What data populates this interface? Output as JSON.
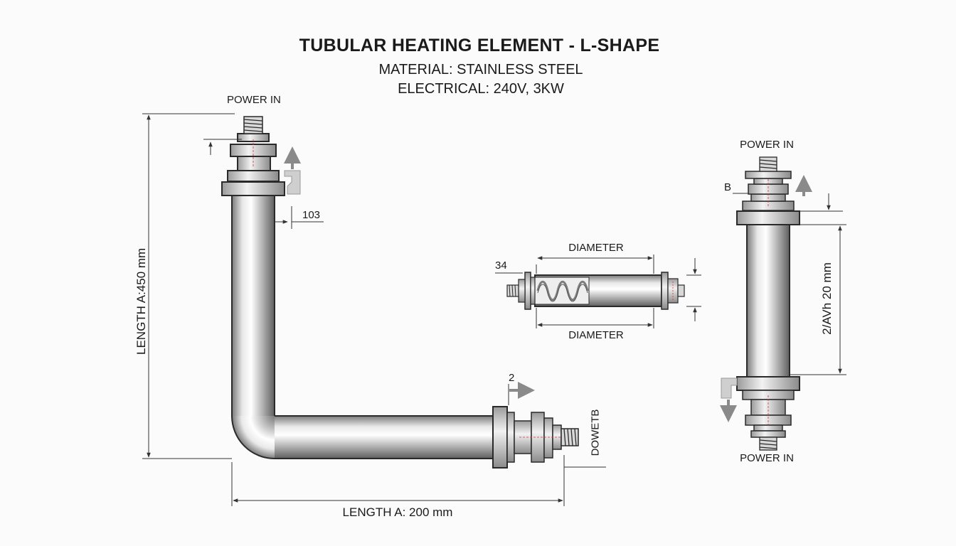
{
  "header": {
    "title": "TUBULAR HEATING ELEMENT - L-SHAPE",
    "material": "MATERIAL: STAINLESS STEEL",
    "electrical": "ELECTRICAL: 240V, 3KW"
  },
  "main_view": {
    "power_in_label": "POWER IN",
    "dim_offset_label": "103",
    "length_a_vertical": "LENGTH A:450 mm",
    "length_a_horizontal": "LENGTH A: 200 mm",
    "end_marker_label": "2",
    "dowetb_label": "DOWETB"
  },
  "section_view": {
    "diameter_top_label": "DIAMETER",
    "diameter_bottom_label": "DIAMETER",
    "left_label": "34"
  },
  "side_view": {
    "power_in_top_label": "POWER IN",
    "power_in_bottom_label": "POWER IN",
    "b_label": "B",
    "length_label": "2/AVh 20 mm"
  },
  "colors": {
    "steel_light": "#f4f4f4",
    "steel_mid": "#b8b8b8",
    "steel_dark": "#6e6e6e",
    "outline": "#2a2a2a",
    "dimension_line": "#333333",
    "arrow_grey": "#8a8a8a",
    "coil": "#7d7d7d"
  }
}
